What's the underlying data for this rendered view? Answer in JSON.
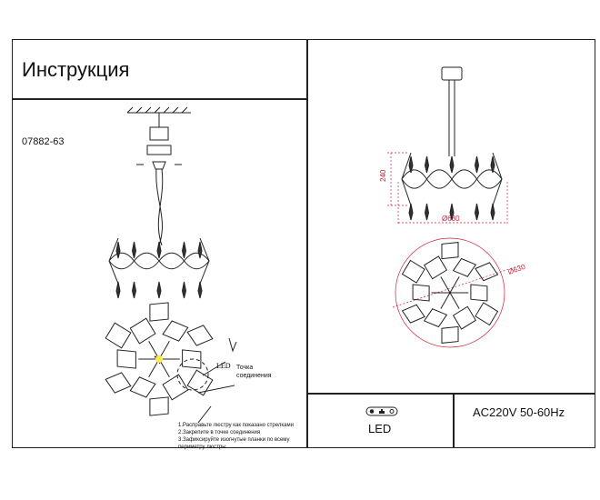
{
  "header": {
    "title": "Инструкция"
  },
  "model": "07882-63",
  "labels": {
    "led_callout": "LED",
    "connection_point": "Точка соединения"
  },
  "steps": [
    "1.Расправьте люстру как показано стрелками",
    "2.Закрепите в точке соединения",
    "3.Зафиксируйте изогнутые планки по всему периметру люстры"
  ],
  "dimensions": {
    "height": "240",
    "diameter": "Ø630",
    "diameter_top": "Ø630"
  },
  "specs": {
    "light_source": "LED",
    "power": "AC220V 50-60Hz"
  },
  "colors": {
    "line": "#222222",
    "dimension": "#d0203a"
  }
}
